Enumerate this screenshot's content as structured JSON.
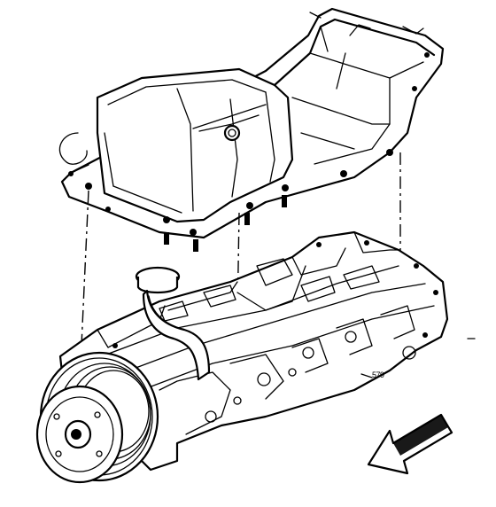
{
  "figure": {
    "code_label": "579",
    "components": {
      "oil_pan": "oil-pan",
      "engine_block": "engine-block",
      "oil_fill_tube": "oil-fill-tube",
      "crankshaft_balancer": "crankshaft-balancer",
      "front_arrow": "front-direction-arrow-icon"
    },
    "colors": {
      "line": "#000000",
      "background": "#ffffff"
    }
  }
}
